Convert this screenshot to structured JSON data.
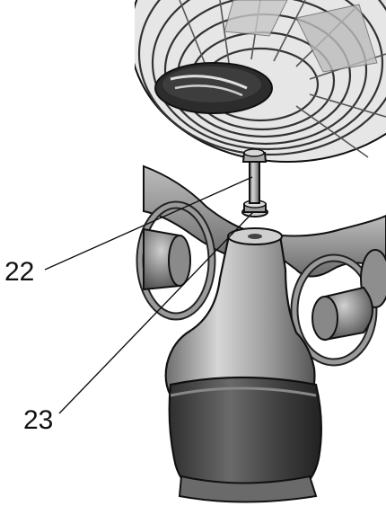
{
  "figure": {
    "callouts": [
      {
        "number": "22",
        "part": "bolt"
      },
      {
        "number": "23",
        "part": "washer"
      }
    ]
  },
  "colors": {
    "line": "#111111",
    "metal_light": "#d9d9d9",
    "metal_mid": "#9a9a9a",
    "metal_dark": "#4a4a4a",
    "base_dark": "#3a3a3a",
    "background": "#ffffff"
  }
}
